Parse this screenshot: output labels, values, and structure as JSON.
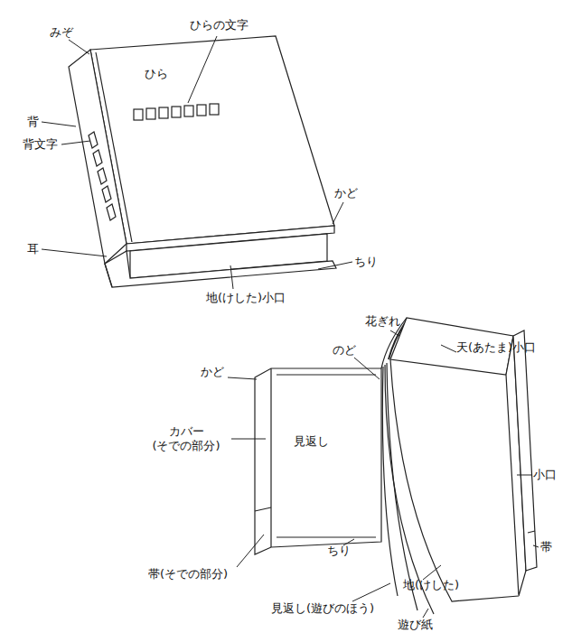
{
  "diagram": {
    "labels": [
      "ひらの文字",
      "ひら",
      "みぞ",
      "背",
      "背文字",
      "かど",
      "耳",
      "ちり",
      "地(けした)小口",
      "花ぎれ",
      "のど",
      "天(あたま)小口",
      "かど",
      "カバー (そでの部分)",
      "見返し",
      "小口",
      "帯",
      "ちり",
      "帯(そでの部分)",
      "地(けした)",
      "見返し(遊びのほう)",
      "遊び紙"
    ]
  }
}
